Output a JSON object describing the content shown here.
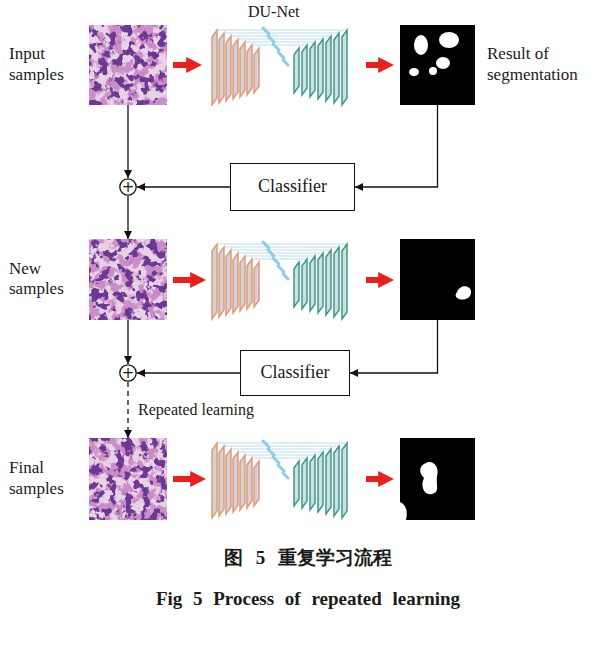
{
  "diagram": {
    "caption": "图 5 重复学习流程",
    "nodes": [
      {
        "text": [
          "Input samples"
        ]
      },
      {
        "text": [
          "DU-Net"
        ]
      },
      {
        "text": [
          "Result of segmentation"
        ]
      },
      {
        "text": [
          "Classifier"
        ]
      },
      {
        "text": [
          "+"
        ]
      },
      {
        "text": [
          "New samples"
        ]
      },
      {
        "text": [
          "Classifier"
        ]
      },
      {
        "text": [
          "+"
        ]
      },
      {
        "text": [
          "Final samples"
        ]
      }
    ],
    "edges": [
      {
        "from": 0,
        "to": 1,
        "arrow": "to"
      },
      {
        "from": 1,
        "to": 2,
        "arrow": "to"
      },
      {
        "from": 2,
        "to": 3,
        "arrow": "to"
      },
      {
        "from": 3,
        "to": 4,
        "arrow": "to"
      },
      {
        "from": 0,
        "to": 4,
        "arrow": "to"
      },
      {
        "from": 4,
        "to": 5,
        "arrow": "to"
      },
      {
        "from": 5,
        "to": 7,
        "arrow": "to"
      },
      {
        "from": 6,
        "to": 7,
        "arrow": "to"
      },
      {
        "from": 7,
        "to": 8,
        "label": "Repeated learning",
        "arrow": "to"
      }
    ],
    "labels": [
      "Fig 5 Process of repeated learning"
    ]
  }
}
